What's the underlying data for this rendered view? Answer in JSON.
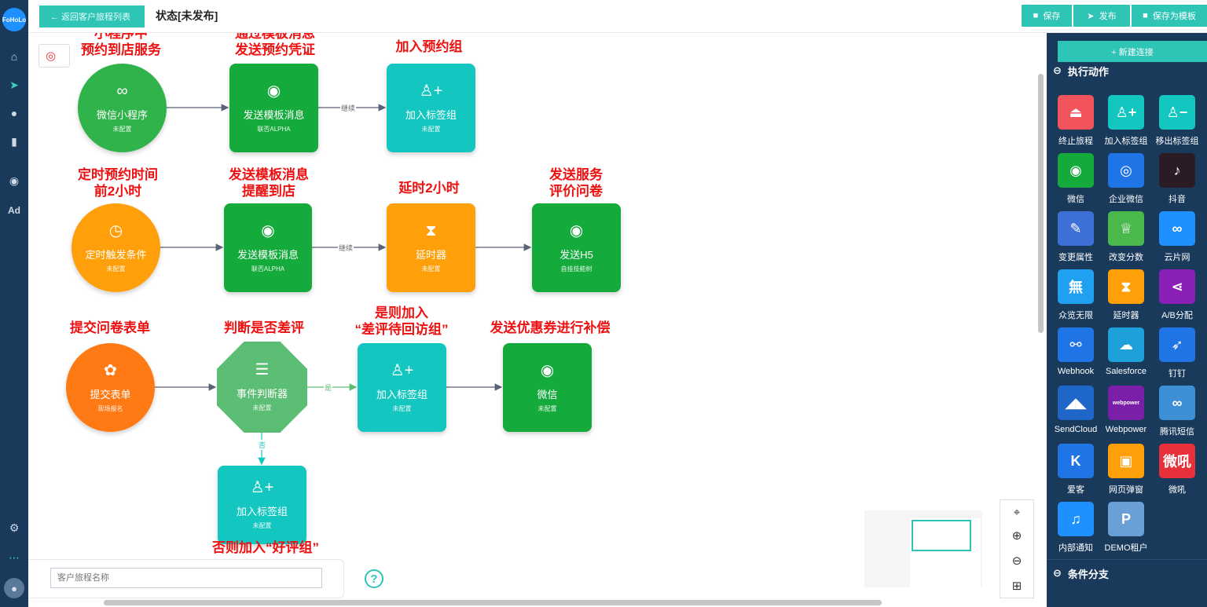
{
  "nav": {
    "logo": "FoHoLo",
    "items": [
      {
        "icon": "home-icon",
        "glyph": "⌂"
      },
      {
        "icon": "send-icon",
        "glyph": "➤"
      },
      {
        "icon": "user-icon",
        "glyph": "●"
      },
      {
        "icon": "chart-icon",
        "glyph": "▮"
      },
      {
        "icon": "wechat-icon",
        "glyph": "◉"
      },
      {
        "icon": "ad-icon",
        "glyph": "Ad"
      }
    ],
    "settings_glyph": "⚙",
    "more_glyph": "⋯"
  },
  "topbar": {
    "back_label": "← 返回客户旅程列表",
    "status": "状态[未发布]",
    "save": "保存",
    "publish": "发布",
    "save_template": "保存为模板"
  },
  "nodes": {
    "miniprogram": {
      "title": "微信小程序",
      "sub": "未配置"
    },
    "tpl1": {
      "title": "发送模板消息",
      "sub": "联否ALPHA"
    },
    "tag1": {
      "title": "加入标签组",
      "sub": "未配置"
    },
    "timer": {
      "title": "定时触发条件",
      "sub": "未配置"
    },
    "tpl2": {
      "title": "发送模板消息",
      "sub": "联否ALPHA"
    },
    "delay": {
      "title": "延时器",
      "sub": "未配置"
    },
    "h5": {
      "title": "发送H5",
      "sub": "自挂技能树"
    },
    "form": {
      "title": "提交表单",
      "sub": "现场报名"
    },
    "judge": {
      "title": "事件判断器",
      "sub": "未配置"
    },
    "tag2": {
      "title": "加入标签组",
      "sub": "未配置"
    },
    "wechat": {
      "title": "微信",
      "sub": "未配置"
    },
    "tag3": {
      "title": "加入标签组",
      "sub": "未配置"
    }
  },
  "edge_labels": {
    "continue1": "继续",
    "continue2": "继续",
    "yes": "是",
    "no": "否"
  },
  "annotations": {
    "a1": [
      "小程序中",
      "预约到店服务"
    ],
    "a2": [
      "通过模板消息",
      "发送预约凭证"
    ],
    "a3": [
      "加入预约组"
    ],
    "a4": [
      "定时预约时间",
      "前2小时"
    ],
    "a5": [
      "发送模板消息",
      "提醒到店"
    ],
    "a6": [
      "延时2小时"
    ],
    "a7": [
      "发送服务",
      "评价问卷"
    ],
    "a8": [
      "提交问卷表单"
    ],
    "a9": [
      "判断是否差评"
    ],
    "a10": [
      "是则加入",
      "“差评待回访组”"
    ],
    "a11": [
      "发送优惠券进行补偿"
    ],
    "a12": [
      "否则加入“好评组”"
    ]
  },
  "name_input": {
    "placeholder": "客户旅程名称"
  },
  "right_panel": {
    "new_connection": "+ 新建连接",
    "section_actions": "执行动作",
    "section_conditions": "条件分支",
    "tools": [
      {
        "label": "终止旅程",
        "icon": "stop-icon",
        "color": "#f2545b",
        "glyph": "⏏"
      },
      {
        "label": "加入标签组",
        "icon": "tag-add-icon",
        "color": "#14c6c0",
        "glyph": "♙+"
      },
      {
        "label": "移出标签组",
        "icon": "tag-remove-icon",
        "color": "#14c6c0",
        "glyph": "♙−"
      },
      {
        "label": "微信",
        "icon": "wechat-icon",
        "color": "#15aa3c",
        "glyph": "◉"
      },
      {
        "label": "企业微信",
        "icon": "wework-icon",
        "color": "#1f75e6",
        "glyph": "◎"
      },
      {
        "label": "抖音",
        "icon": "douyin-icon",
        "color": "#2b1b24",
        "glyph": "♪"
      },
      {
        "label": "变更属性",
        "icon": "edit-icon",
        "color": "#3d6fd6",
        "glyph": "✎"
      },
      {
        "label": "改变分数",
        "icon": "trophy-icon",
        "color": "#4bb84b",
        "glyph": "♕"
      },
      {
        "label": "云片网",
        "icon": "cloud-icon",
        "color": "#1e90ff",
        "glyph": "∞"
      },
      {
        "label": "众览无限",
        "icon": "zhonglan-icon",
        "color": "#1fa0f0",
        "glyph": "無"
      },
      {
        "label": "延时器",
        "icon": "hourglass-icon",
        "color": "#ff9f0a",
        "glyph": "⧗"
      },
      {
        "label": "A/B分配",
        "icon": "ab-split-icon",
        "color": "#8a1fb8",
        "glyph": "⋖"
      },
      {
        "label": "Webhook",
        "icon": "webhook-icon",
        "color": "#1f75e6",
        "glyph": "⚯"
      },
      {
        "label": "Salesforce",
        "icon": "salesforce-icon",
        "color": "#1ea1db",
        "glyph": "☁"
      },
      {
        "label": "钉钉",
        "icon": "dingtalk-icon",
        "color": "#1f75e6",
        "glyph": "➶"
      },
      {
        "label": "SendCloud",
        "icon": "sendcloud-icon",
        "color": "#1e66c8",
        "glyph": "◢◣"
      },
      {
        "label": "Webpower",
        "icon": "webpower-icon",
        "color": "#7a1fa8",
        "glyph": "webpower"
      },
      {
        "label": "腾讯短信",
        "icon": "tencent-sms-icon",
        "color": "#3d8fd6",
        "glyph": "∞"
      },
      {
        "label": "爱客",
        "icon": "aike-icon",
        "color": "#1f75e6",
        "glyph": "K"
      },
      {
        "label": "网页弹窗",
        "icon": "popup-icon",
        "color": "#ff9f0a",
        "glyph": "▣"
      },
      {
        "label": "微吼",
        "icon": "vhall-icon",
        "color": "#e8303a",
        "glyph": "微吼"
      },
      {
        "label": "内部通知",
        "icon": "bell-icon",
        "color": "#1e90ff",
        "glyph": "♫"
      },
      {
        "label": "DEMO租户",
        "icon": "demo-tenant-icon",
        "color": "#6aa0d6",
        "glyph": "P"
      }
    ]
  },
  "colors": {
    "accent": "#2ec4b6",
    "navy": "#1a3a5c",
    "annotation": "#ee1111"
  }
}
